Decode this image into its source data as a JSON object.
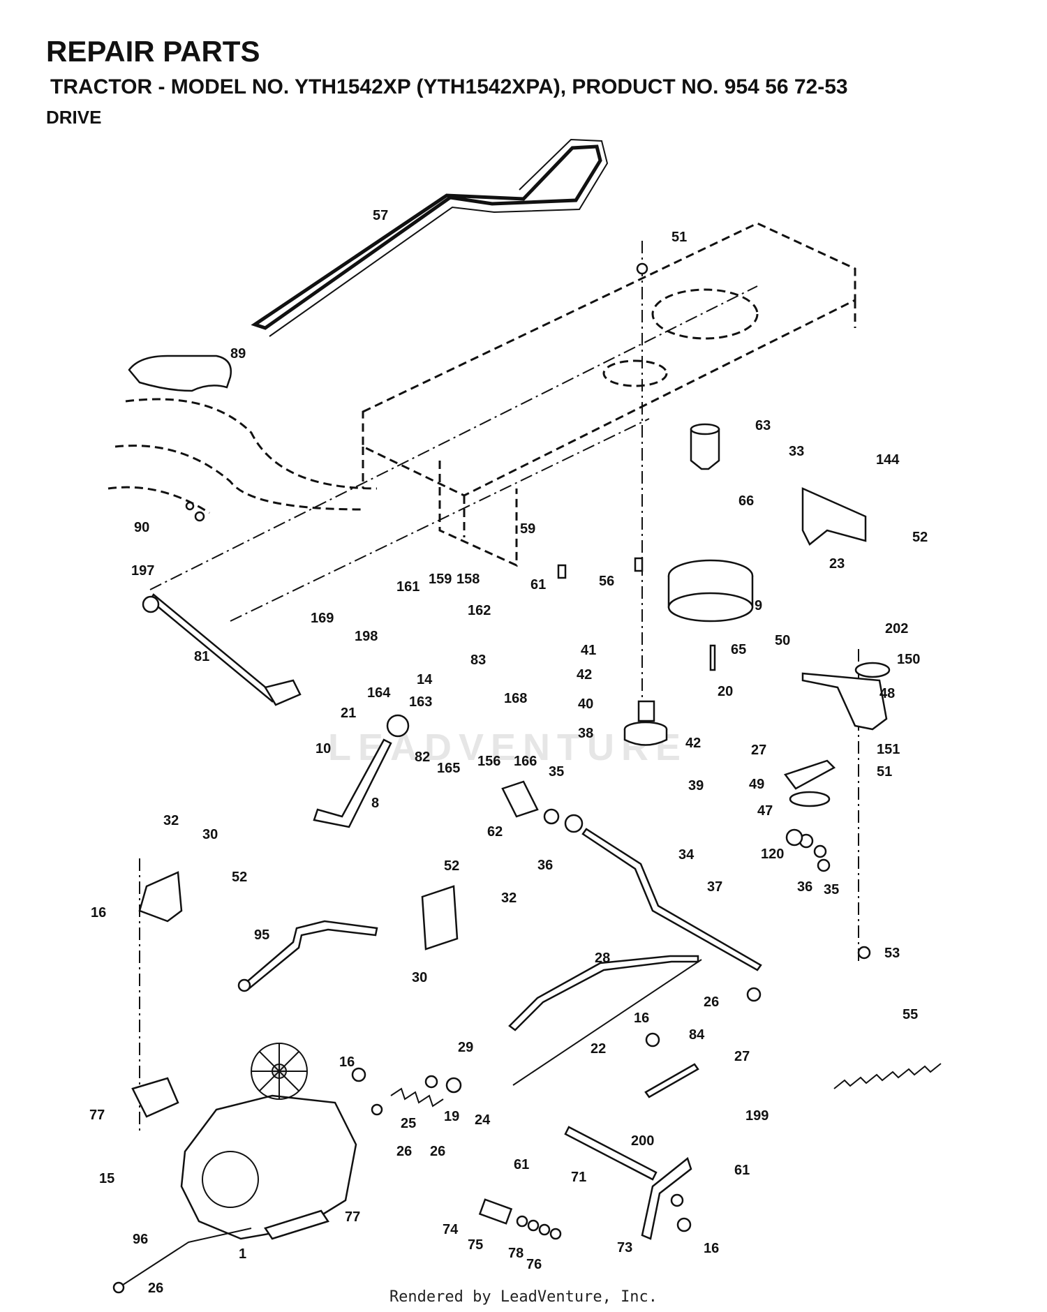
{
  "header": {
    "title": "REPAIR PARTS",
    "subtitle": "TRACTOR - MODEL NO. YTH1542XP (YTH1542XPA), PRODUCT NO. 954 56 72-53",
    "section": "DRIVE"
  },
  "watermark": "LEADVENTURE",
  "footer": "Rendered by LeadVenture, Inc.",
  "callouts": [
    {
      "id": "57",
      "text": "57"
    },
    {
      "id": "51a",
      "text": "51"
    },
    {
      "id": "89",
      "text": "89"
    },
    {
      "id": "63",
      "text": "63"
    },
    {
      "id": "33",
      "text": "33"
    },
    {
      "id": "144",
      "text": "144"
    },
    {
      "id": "66",
      "text": "66"
    },
    {
      "id": "90",
      "text": "90"
    },
    {
      "id": "59",
      "text": "59"
    },
    {
      "id": "52a",
      "text": "52"
    },
    {
      "id": "23",
      "text": "23"
    },
    {
      "id": "197",
      "text": "197"
    },
    {
      "id": "61a",
      "text": "61"
    },
    {
      "id": "56",
      "text": "56"
    },
    {
      "id": "161",
      "text": "161"
    },
    {
      "id": "159",
      "text": "159"
    },
    {
      "id": "158",
      "text": "158"
    },
    {
      "id": "9",
      "text": "9"
    },
    {
      "id": "169",
      "text": "169"
    },
    {
      "id": "198",
      "text": "198"
    },
    {
      "id": "162",
      "text": "162"
    },
    {
      "id": "202",
      "text": "202"
    },
    {
      "id": "50",
      "text": "50"
    },
    {
      "id": "41",
      "text": "41"
    },
    {
      "id": "65",
      "text": "65"
    },
    {
      "id": "150",
      "text": "150"
    },
    {
      "id": "81",
      "text": "81"
    },
    {
      "id": "83",
      "text": "83"
    },
    {
      "id": "14",
      "text": "14"
    },
    {
      "id": "42a",
      "text": "42"
    },
    {
      "id": "164",
      "text": "164"
    },
    {
      "id": "20",
      "text": "20"
    },
    {
      "id": "48",
      "text": "48"
    },
    {
      "id": "163",
      "text": "163"
    },
    {
      "id": "40",
      "text": "40"
    },
    {
      "id": "168",
      "text": "168"
    },
    {
      "id": "21",
      "text": "21"
    },
    {
      "id": "38",
      "text": "38"
    },
    {
      "id": "42b",
      "text": "42"
    },
    {
      "id": "27a",
      "text": "27"
    },
    {
      "id": "151",
      "text": "151"
    },
    {
      "id": "10",
      "text": "10"
    },
    {
      "id": "82",
      "text": "82"
    },
    {
      "id": "166",
      "text": "166"
    },
    {
      "id": "165",
      "text": "165"
    },
    {
      "id": "156",
      "text": "156"
    },
    {
      "id": "35a",
      "text": "35"
    },
    {
      "id": "51b",
      "text": "51"
    },
    {
      "id": "39",
      "text": "39"
    },
    {
      "id": "49",
      "text": "49"
    },
    {
      "id": "8",
      "text": "8"
    },
    {
      "id": "47",
      "text": "47"
    },
    {
      "id": "62",
      "text": "62"
    },
    {
      "id": "32a",
      "text": "32"
    },
    {
      "id": "30a",
      "text": "30"
    },
    {
      "id": "36a",
      "text": "36"
    },
    {
      "id": "120",
      "text": "120"
    },
    {
      "id": "34",
      "text": "34"
    },
    {
      "id": "52b",
      "text": "52"
    },
    {
      "id": "52c",
      "text": "52"
    },
    {
      "id": "37",
      "text": "37"
    },
    {
      "id": "16a",
      "text": "16"
    },
    {
      "id": "32b",
      "text": "32"
    },
    {
      "id": "36b",
      "text": "36"
    },
    {
      "id": "35b",
      "text": "35"
    },
    {
      "id": "95",
      "text": "95"
    },
    {
      "id": "30b",
      "text": "30"
    },
    {
      "id": "28",
      "text": "28"
    },
    {
      "id": "53",
      "text": "53"
    },
    {
      "id": "26a",
      "text": "26"
    },
    {
      "id": "55",
      "text": "55"
    },
    {
      "id": "27b",
      "text": "27"
    },
    {
      "id": "16b",
      "text": "16"
    },
    {
      "id": "84",
      "text": "84"
    },
    {
      "id": "29",
      "text": "29"
    },
    {
      "id": "22",
      "text": "22"
    },
    {
      "id": "16c",
      "text": "16"
    },
    {
      "id": "77a",
      "text": "77"
    },
    {
      "id": "25",
      "text": "25"
    },
    {
      "id": "19",
      "text": "19"
    },
    {
      "id": "24",
      "text": "24"
    },
    {
      "id": "199",
      "text": "199"
    },
    {
      "id": "26b",
      "text": "26"
    },
    {
      "id": "26c",
      "text": "26"
    },
    {
      "id": "200",
      "text": "200"
    },
    {
      "id": "61b",
      "text": "61"
    },
    {
      "id": "15",
      "text": "15"
    },
    {
      "id": "71",
      "text": "71"
    },
    {
      "id": "61c",
      "text": "61"
    },
    {
      "id": "77b",
      "text": "77"
    },
    {
      "id": "74",
      "text": "74"
    },
    {
      "id": "96",
      "text": "96"
    },
    {
      "id": "75",
      "text": "75"
    },
    {
      "id": "73",
      "text": "73"
    },
    {
      "id": "16d",
      "text": "16"
    },
    {
      "id": "78",
      "text": "78"
    },
    {
      "id": "1",
      "text": "1"
    },
    {
      "id": "76",
      "text": "76"
    },
    {
      "id": "26d",
      "text": "26"
    }
  ]
}
